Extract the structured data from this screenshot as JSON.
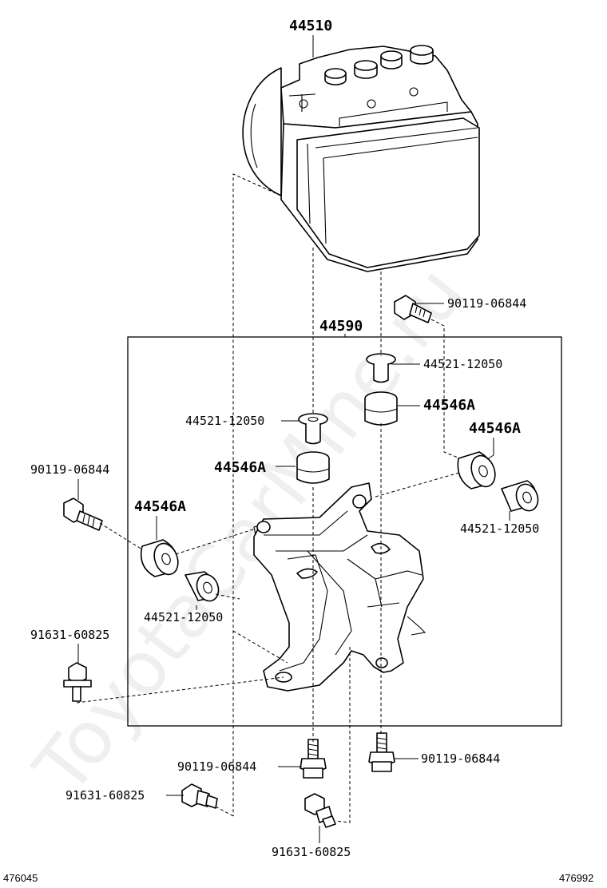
{
  "watermark": "ToyotaCarMine.ru",
  "corner_left": "476045",
  "corner_right": "476992",
  "labels": {
    "abs_unit": "44510",
    "bracket_assy": "44590",
    "bolt_top_right": "90119-06844",
    "collar_top": "44521-12050",
    "cushion_top": "44546A",
    "collar_center": "44521-12050",
    "cushion_center": "44546A",
    "cushion_right": "44546A",
    "collar_right": "44521-12050",
    "bolt_left": "90119-06844",
    "cushion_left": "44546A",
    "collar_left": "44521-12050",
    "bolt_mid_left": "91631-60825",
    "bolt_bottom_center": "90119-06844",
    "bolt_bottom_right": "90119-06844",
    "bolt_bottom_left": "91631-60825",
    "bolt_bottom": "91631-60825"
  }
}
